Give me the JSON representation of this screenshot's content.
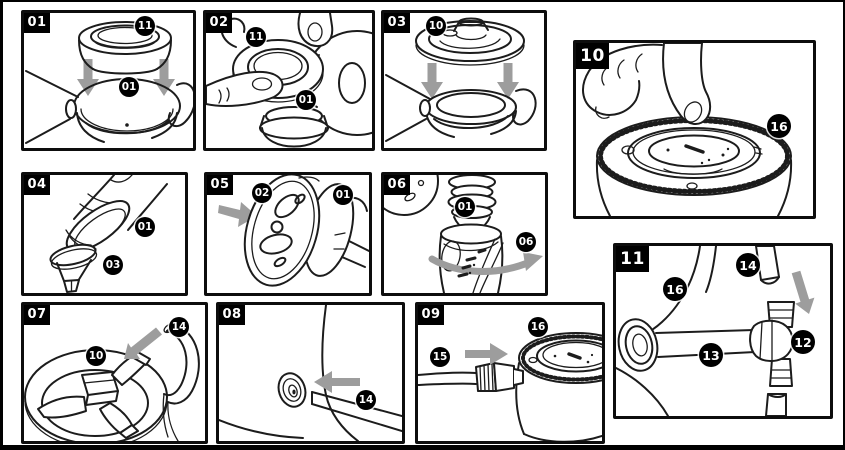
{
  "figure": {
    "background": "#ffffff",
    "line_color": "#1c1c1c",
    "arrow_color": "#9d9d9d",
    "badge_bg": "#000000",
    "badge_text": "#ffffff"
  },
  "panels": [
    {
      "step": "01",
      "art": "collar-lowered-onto-breast-shield",
      "arrow": "down",
      "callouts": [
        {
          "part": "11"
        },
        {
          "part": "01"
        }
      ]
    },
    {
      "step": "02",
      "art": "hand-screwing-collar-onto-shield-body",
      "callouts": [
        {
          "part": "11"
        },
        {
          "part": "01"
        }
      ]
    },
    {
      "step": "03",
      "art": "cap-lowered-onto-collar",
      "arrow": "down",
      "callouts": [
        {
          "part": "10"
        }
      ]
    },
    {
      "step": "10",
      "art": "finger-pressing-motor-unit-button",
      "callouts": [
        {
          "part": "16"
        }
      ]
    },
    {
      "step": "04",
      "art": "duckbill-valve-under-connector",
      "callouts": [
        {
          "part": "01"
        },
        {
          "part": "03"
        }
      ]
    },
    {
      "step": "05",
      "art": "diaphragm-disc-pressed-onto-body",
      "arrow": "right",
      "callouts": [
        {
          "part": "02"
        },
        {
          "part": "01"
        }
      ]
    },
    {
      "step": "06",
      "art": "assembly-twisted-onto-bottle",
      "arrow": "twist-right",
      "callouts": [
        {
          "part": "01"
        },
        {
          "part": "06"
        }
      ]
    },
    {
      "step": "11",
      "art": "tube-into-tee-connector-and-port",
      "arrow": "down-right",
      "callouts": [
        {
          "part": "14"
        },
        {
          "part": "16"
        },
        {
          "part": "13"
        },
        {
          "part": "12"
        }
      ]
    },
    {
      "step": "07",
      "art": "tube-connected-to-cap-port",
      "arrow": "down-left",
      "callouts": [
        {
          "part": "10"
        },
        {
          "part": "14"
        }
      ]
    },
    {
      "step": "08",
      "art": "tube-inserted-into-device-port",
      "arrow": "left",
      "callouts": [
        {
          "part": "14"
        }
      ]
    },
    {
      "step": "09",
      "art": "power-plug-into-motor-base",
      "arrow": "right",
      "callouts": [
        {
          "part": "15"
        },
        {
          "part": "16"
        }
      ]
    }
  ]
}
